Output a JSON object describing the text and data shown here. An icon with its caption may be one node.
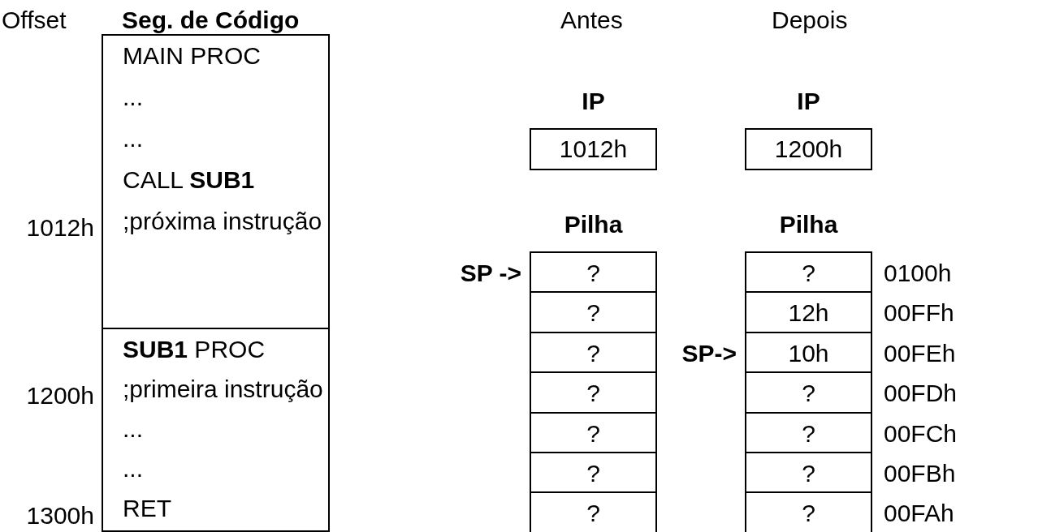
{
  "diagram": {
    "nodes": [
      {
        "text": [
          "MAIN PROC",
          "...",
          "...",
          "CALL **SUB1**",
          ";próxima instrução"
        ]
      },
      {
        "text": [
          "**SUB1** PROC",
          ";primeira instrução",
          "...",
          "...",
          "RET"
        ]
      },
      {
        "text": [
          "IP",
          "1012h"
        ]
      },
      {
        "text": [
          "IP",
          "1200h"
        ]
      },
      {
        "text": [
          "Pilha"
        ]
      },
      {
        "text": [
          "?"
        ],
        "in": 4,
        "beside": [
          "SP ->"
        ]
      },
      {
        "text": [
          "?"
        ],
        "in": 4
      },
      {
        "text": [
          "?"
        ],
        "in": 4
      },
      {
        "text": [
          "?"
        ],
        "in": 4
      },
      {
        "text": [
          "?"
        ],
        "in": 4
      },
      {
        "text": [
          "?"
        ],
        "in": 4
      },
      {
        "text": [
          "?"
        ],
        "in": 4
      },
      {
        "text": [
          "Pilha"
        ]
      },
      {
        "text": [
          "?"
        ],
        "in": 12,
        "beside": [
          "0100h"
        ]
      },
      {
        "text": [
          "12h"
        ],
        "in": 12,
        "beside": [
          "00FFh"
        ]
      },
      {
        "text": [
          "10h"
        ],
        "in": 12,
        "beside": [
          "SP->",
          "00FEh"
        ]
      },
      {
        "text": [
          "?"
        ],
        "in": 12,
        "beside": [
          "00FDh"
        ]
      },
      {
        "text": [
          "?"
        ],
        "in": 12,
        "beside": [
          "00FCh"
        ]
      },
      {
        "text": [
          "?"
        ],
        "in": 12,
        "beside": [
          "00FBh"
        ]
      },
      {
        "text": [
          "?"
        ],
        "in": 12,
        "beside": [
          "00FAh"
        ]
      }
    ],
    "labels": [
      "Offset",
      "Seg. de Código",
      "Antes",
      "Depois",
      "1012h",
      "1200h",
      "1300h"
    ]
  }
}
